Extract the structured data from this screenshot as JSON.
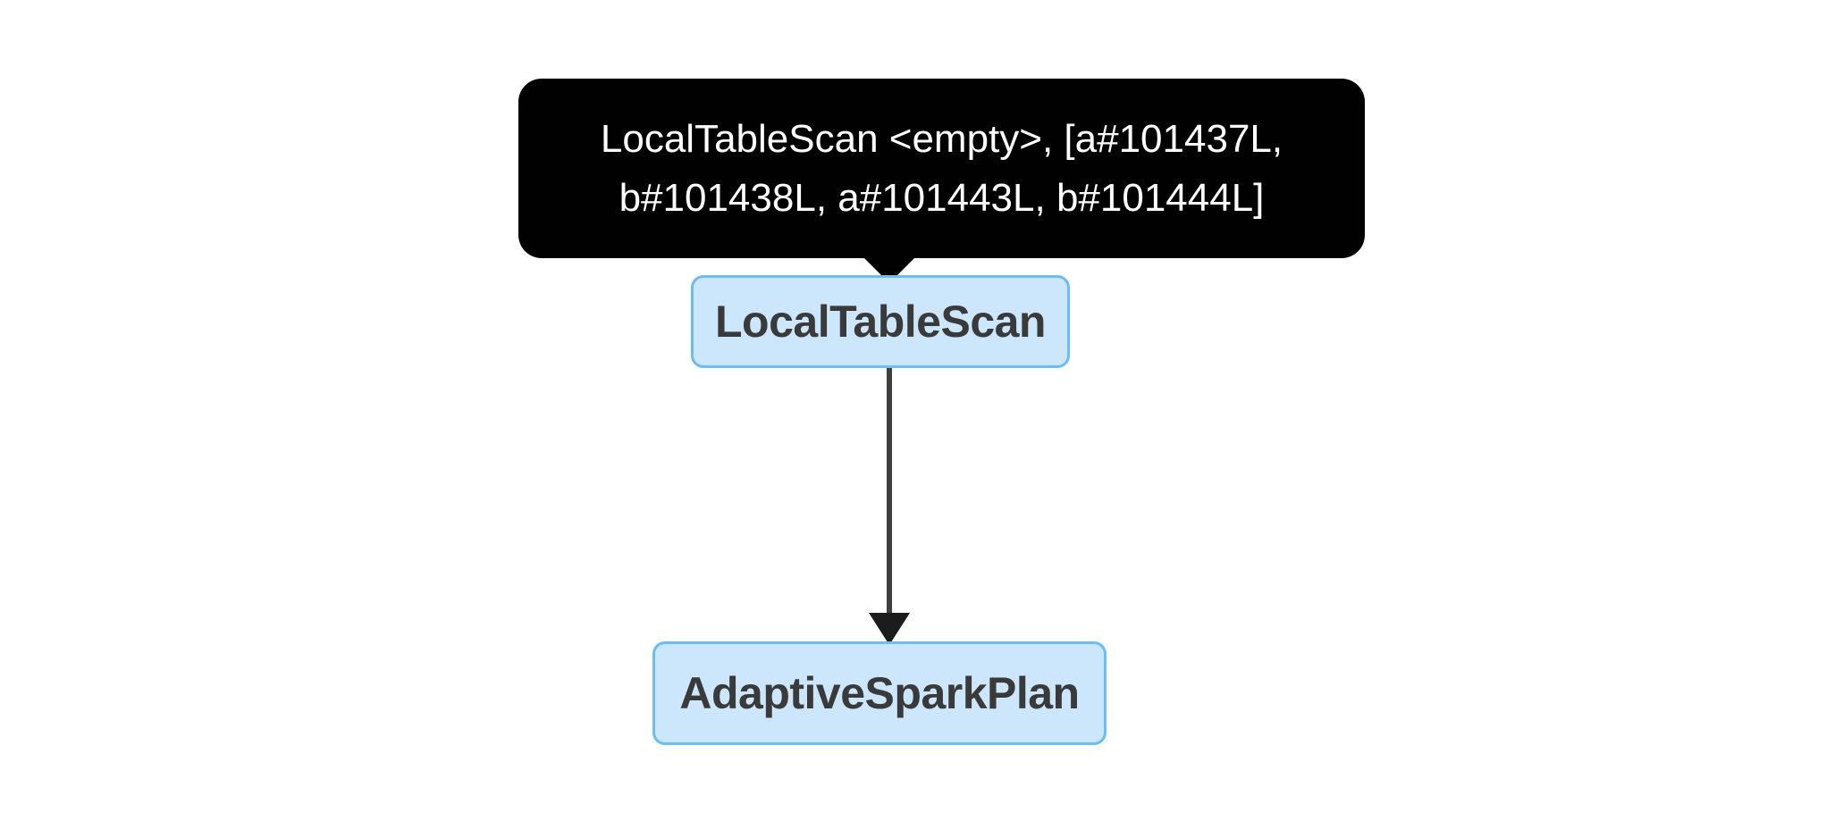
{
  "diagram": {
    "type": "spark-physical-plan-dag",
    "background_color": "#ffffff",
    "tooltip": {
      "visible": true,
      "target_node": "LocalTableScan",
      "background_color": "#010101",
      "text_color": "#ffffff",
      "lines": [
        "LocalTableScan <empty>, [a#101437L,",
        "b#101438L, a#101443L, b#101444L]"
      ],
      "full_text": "LocalTableScan <empty>, [a#101437L, b#101438L, a#101443L, b#101444L]"
    },
    "node_style": {
      "fill_color": "#cce6fb",
      "border_color": "#6cbdf5",
      "label_color": "#3a3a3a"
    },
    "edge_style": {
      "stroke_color": "#404040",
      "arrowhead": "filled-triangle"
    },
    "nodes": [
      {
        "id": "localtablescan",
        "label": "LocalTableScan"
      },
      {
        "id": "adaptivesparkplan",
        "label": "AdaptiveSparkPlan"
      }
    ],
    "edges": [
      {
        "from": "localtablescan",
        "to": "adaptivesparkplan"
      }
    ]
  }
}
